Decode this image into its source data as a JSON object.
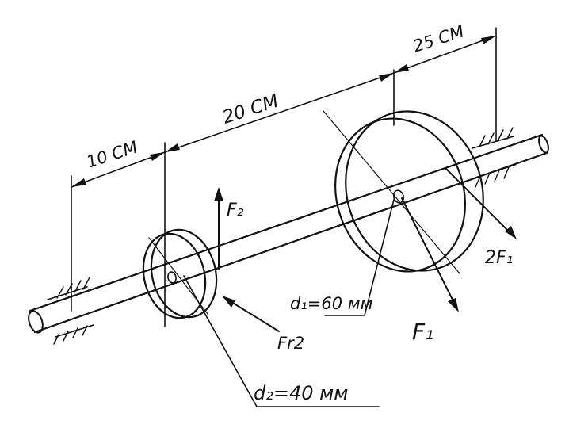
{
  "labels": {
    "dim_left": "10 СМ",
    "dim_middle": "20 СМ",
    "dim_right": "25 СМ",
    "force_f2": "F₂",
    "force_fr2": "Fr2",
    "force_f1": "F₁",
    "force_2f1": "2F₁",
    "diameter_d1": "d₁=60 мм",
    "diameter_d2": "d₂=40 мм"
  },
  "colors": {
    "ink": "#111111",
    "paper": "#ffffff"
  }
}
